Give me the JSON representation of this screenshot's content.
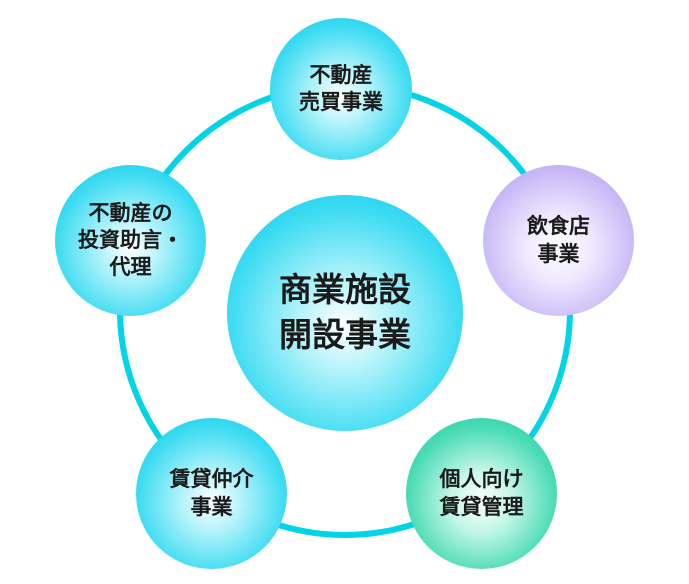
{
  "center": {
    "lines": [
      "商業施設",
      "開設事業"
    ]
  },
  "nodes": [
    {
      "lines": [
        "不動産",
        "売買事業"
      ]
    },
    {
      "lines": [
        "飲食店",
        "事業"
      ]
    },
    {
      "lines": [
        "個人向け",
        "賃貸管理"
      ]
    },
    {
      "lines": [
        "賃貸仲介",
        "事業"
      ]
    },
    {
      "lines": [
        "不動産の",
        "投資助言・",
        "代理"
      ]
    }
  ],
  "colors": {
    "ring": "#00d4e6",
    "cyan": "#00c6e8",
    "purple": "#a594e6",
    "green": "#12c99a"
  }
}
